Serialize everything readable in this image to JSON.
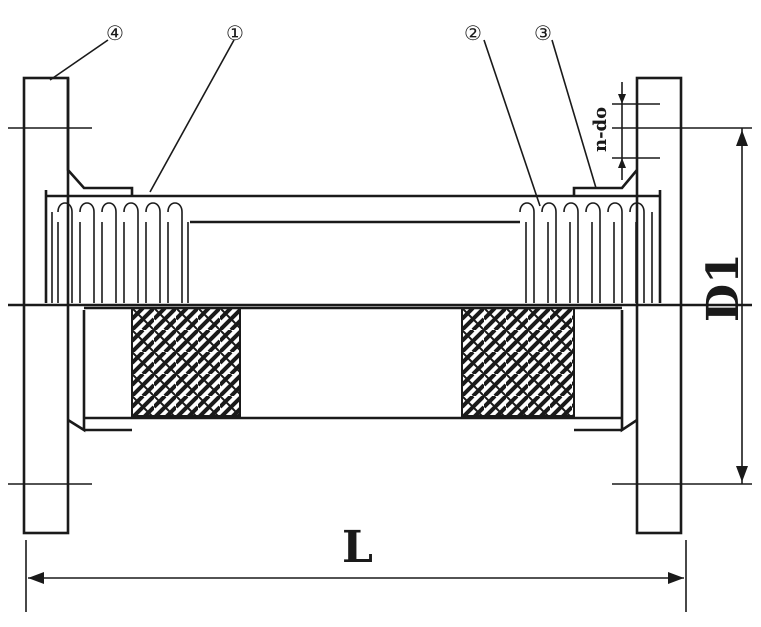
{
  "callouts": [
    {
      "id": "c4",
      "label": "④"
    },
    {
      "id": "c1",
      "label": "①"
    },
    {
      "id": "c2",
      "label": "②"
    },
    {
      "id": "c3",
      "label": "③"
    }
  ],
  "dimensions": {
    "length": "L",
    "diameter": "D1",
    "bolt_holes": "n-do"
  },
  "colors": {
    "line": "#1a1a1a",
    "hatch": "#1a1a1a",
    "background": "#ffffff"
  }
}
